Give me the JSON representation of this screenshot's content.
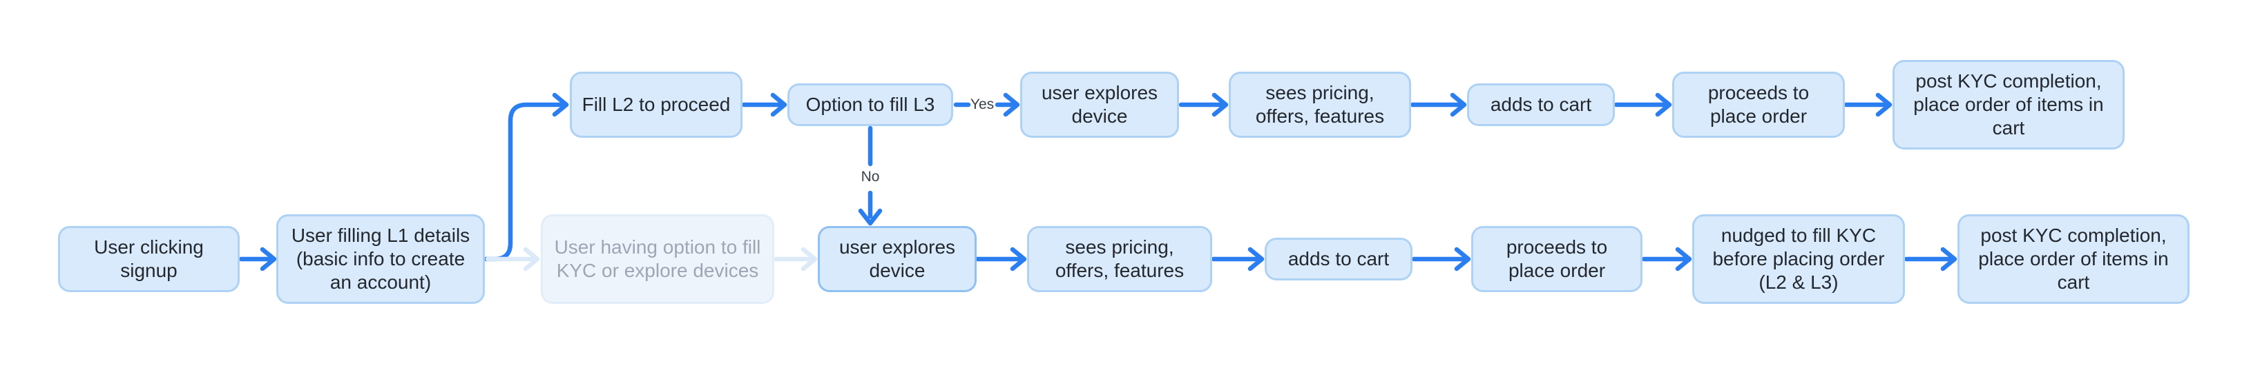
{
  "diagram": {
    "description": "User signup and KYC flow diagram with two paths",
    "nodes": [
      {
        "id": "signup",
        "label": "User clicking signup",
        "row": "bottom",
        "state": "normal"
      },
      {
        "id": "l1_details",
        "label": "User filling L1 details (basic info to create an account)",
        "row": "bottom",
        "state": "normal"
      },
      {
        "id": "kyc_option",
        "label": "User having option to fill KYC or explore devices",
        "row": "bottom",
        "state": "faded"
      },
      {
        "id": "fill_l2",
        "label": "Fill L2 to proceed",
        "row": "top",
        "state": "normal"
      },
      {
        "id": "option_l3",
        "label": "Option to fill L3",
        "row": "top",
        "state": "normal"
      },
      {
        "id": "explore_top",
        "label": "user explores device",
        "row": "top",
        "state": "normal"
      },
      {
        "id": "pricing_top",
        "label": "sees pricing, offers, features",
        "row": "top",
        "state": "normal"
      },
      {
        "id": "cart_top",
        "label": "adds to cart",
        "row": "top",
        "state": "normal"
      },
      {
        "id": "order_top",
        "label": "proceeds to place order",
        "row": "top",
        "state": "normal"
      },
      {
        "id": "postkyc_top",
        "label": "post KYC completion, place order of items in cart",
        "row": "top",
        "state": "normal"
      },
      {
        "id": "explore_bottom",
        "label": "user explores device",
        "row": "bottom",
        "state": "highlighted"
      },
      {
        "id": "pricing_bottom",
        "label": "sees pricing, offers, features",
        "row": "bottom",
        "state": "normal"
      },
      {
        "id": "cart_bottom",
        "label": "adds to cart",
        "row": "bottom",
        "state": "normal"
      },
      {
        "id": "order_bottom",
        "label": "proceeds to place order",
        "row": "bottom",
        "state": "normal"
      },
      {
        "id": "nudged_kyc",
        "label": "nudged to fill KYC before placing order (L2 & L3)",
        "row": "bottom",
        "state": "normal"
      },
      {
        "id": "postkyc_bottom",
        "label": "post KYC completion, place order of items in cart",
        "row": "bottom",
        "state": "normal"
      }
    ],
    "edges": [
      {
        "from": "signup",
        "to": "l1_details",
        "label": "",
        "style": "solid"
      },
      {
        "from": "l1_details",
        "to": "fill_l2",
        "label": "",
        "style": "solid-elbow"
      },
      {
        "from": "l1_details",
        "to": "kyc_option",
        "label": "",
        "style": "faded"
      },
      {
        "from": "kyc_option",
        "to": "explore_bottom",
        "label": "",
        "style": "faded"
      },
      {
        "from": "fill_l2",
        "to": "option_l3",
        "label": "",
        "style": "solid"
      },
      {
        "from": "option_l3",
        "to": "explore_top",
        "label": "Yes",
        "style": "solid"
      },
      {
        "from": "option_l3",
        "to": "explore_bottom",
        "label": "No",
        "style": "solid"
      },
      {
        "from": "explore_top",
        "to": "pricing_top",
        "label": "",
        "style": "solid"
      },
      {
        "from": "pricing_top",
        "to": "cart_top",
        "label": "",
        "style": "solid"
      },
      {
        "from": "cart_top",
        "to": "order_top",
        "label": "",
        "style": "solid"
      },
      {
        "from": "order_top",
        "to": "postkyc_top",
        "label": "",
        "style": "solid"
      },
      {
        "from": "explore_bottom",
        "to": "pricing_bottom",
        "label": "",
        "style": "solid"
      },
      {
        "from": "pricing_bottom",
        "to": "cart_bottom",
        "label": "",
        "style": "solid"
      },
      {
        "from": "cart_bottom",
        "to": "order_bottom",
        "label": "",
        "style": "solid"
      },
      {
        "from": "order_bottom",
        "to": "nudged_kyc",
        "label": "",
        "style": "solid"
      },
      {
        "from": "nudged_kyc",
        "to": "postkyc_bottom",
        "label": "",
        "style": "solid"
      }
    ],
    "colors": {
      "background": "#ffffff",
      "arrow": "#2b7ef0",
      "node_fill": "#d9eafc",
      "node_border": "#aed2f4",
      "node_text": "#23272e",
      "faded_fill": "#eef4fc",
      "faded_border": "#e2edfa",
      "faded_text": "#9ca7b3",
      "faded_arrow": "#dce9f8",
      "highlight_border": "#8fc1f2",
      "edge_label_text": "#3a414b"
    }
  }
}
